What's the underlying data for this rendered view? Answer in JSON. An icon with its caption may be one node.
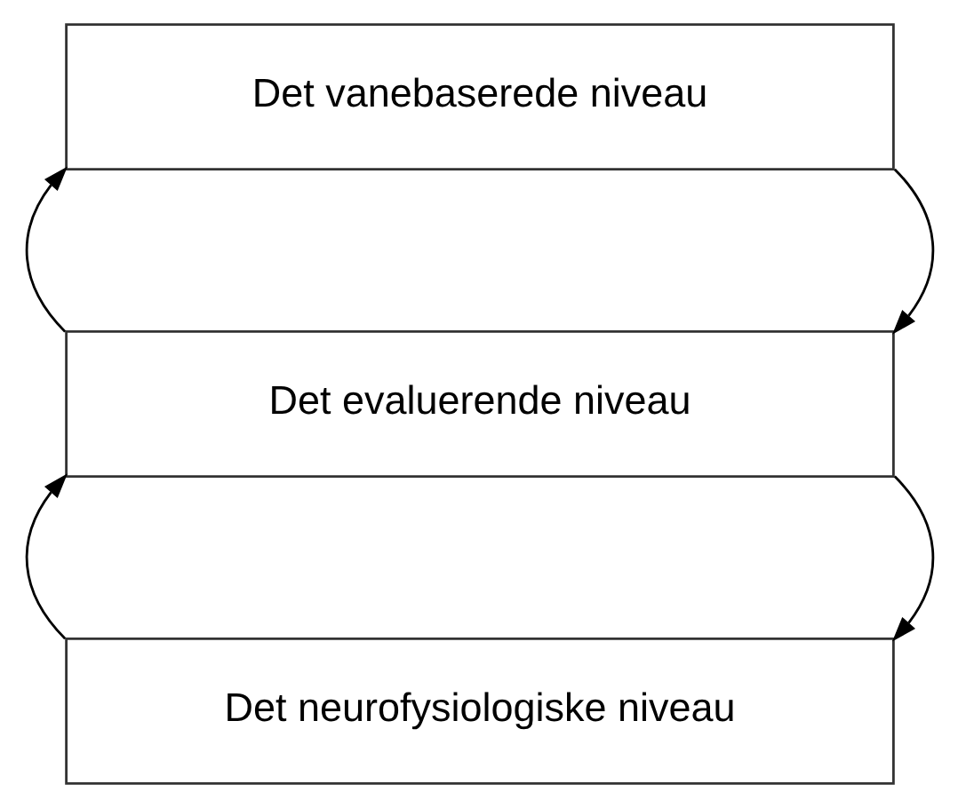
{
  "diagram": {
    "nodes": [
      {
        "text": [
          "Det vanebaserede niveau"
        ]
      },
      {
        "text": [
          "Det evaluerende niveau"
        ]
      },
      {
        "text": [
          "Det neurofysiologiske niveau"
        ]
      }
    ],
    "edges": [
      {
        "from": 1,
        "to": 0,
        "arrow": "to"
      },
      {
        "from": 0,
        "to": 1,
        "arrow": "to"
      },
      {
        "from": 2,
        "to": 1,
        "arrow": "to"
      },
      {
        "from": 1,
        "to": 2,
        "arrow": "to"
      }
    ]
  }
}
